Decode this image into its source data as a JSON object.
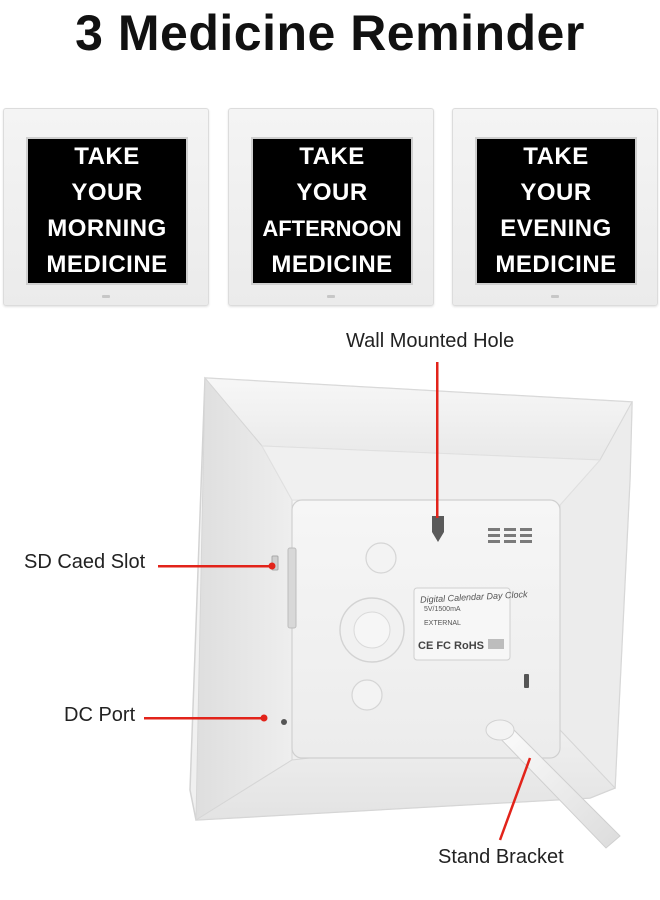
{
  "title": "3 Medicine Reminder",
  "frames": [
    {
      "lines": [
        "TAKE",
        "YOUR",
        "MORNING",
        "MEDICINE"
      ]
    },
    {
      "lines": [
        "TAKE",
        "YOUR",
        "AFTERNOON",
        "MEDICINE"
      ]
    },
    {
      "lines": [
        "TAKE",
        "YOUR",
        "EVENING",
        "MEDICINE"
      ]
    }
  ],
  "annotations": {
    "wall_hole": "Wall Mounted Hole",
    "sd_slot": "SD Caed Slot",
    "dc_port": "DC Port",
    "stand": "Stand Bracket"
  },
  "device_label": {
    "line1": "Digital Calendar Day Clock",
    "line2": "5V/1500mA",
    "line3": "EXTERNAL",
    "line4": "CE FC RoHS"
  },
  "colors": {
    "accent_line": "#e2231a",
    "screen": "#000000",
    "device": "#f2f2f2"
  }
}
